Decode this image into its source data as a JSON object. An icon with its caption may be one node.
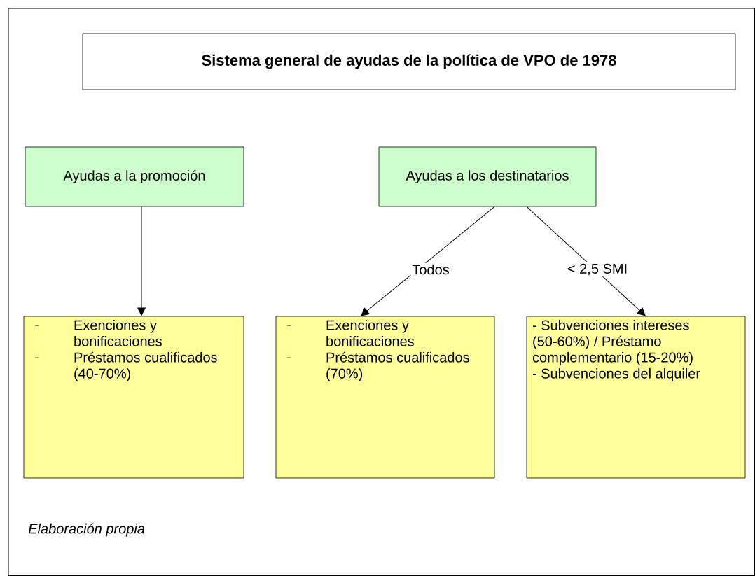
{
  "diagram": {
    "caption": "Elaboración propia",
    "nodes": [
      {
        "text": [
          "Sistema general de ayudas de la política de VPO de 1978"
        ]
      },
      {
        "text": [
          "Ayudas a la promoción"
        ]
      },
      {
        "text": [
          "Ayudas a los destinatarios"
        ]
      },
      {
        "text": [
          "Exenciones y bonificaciones",
          "Préstamos cualificados (40-70%)"
        ]
      },
      {
        "text": [
          "Exenciones y bonificaciones",
          "Préstamos cualificados (70%)"
        ]
      },
      {
        "text": [
          "- Subvenciones intereses (50-60%) / Préstamo complementario (15-20%)",
          "- Subvenciones del alquiler"
        ]
      }
    ],
    "edges": [
      {
        "from": 1,
        "to": 3,
        "arrow": "to"
      },
      {
        "from": 2,
        "to": 4,
        "arrow": "to",
        "label": "Todos"
      },
      {
        "from": 2,
        "to": 5,
        "arrow": "to",
        "label": "< 2,5 SMI"
      }
    ]
  }
}
